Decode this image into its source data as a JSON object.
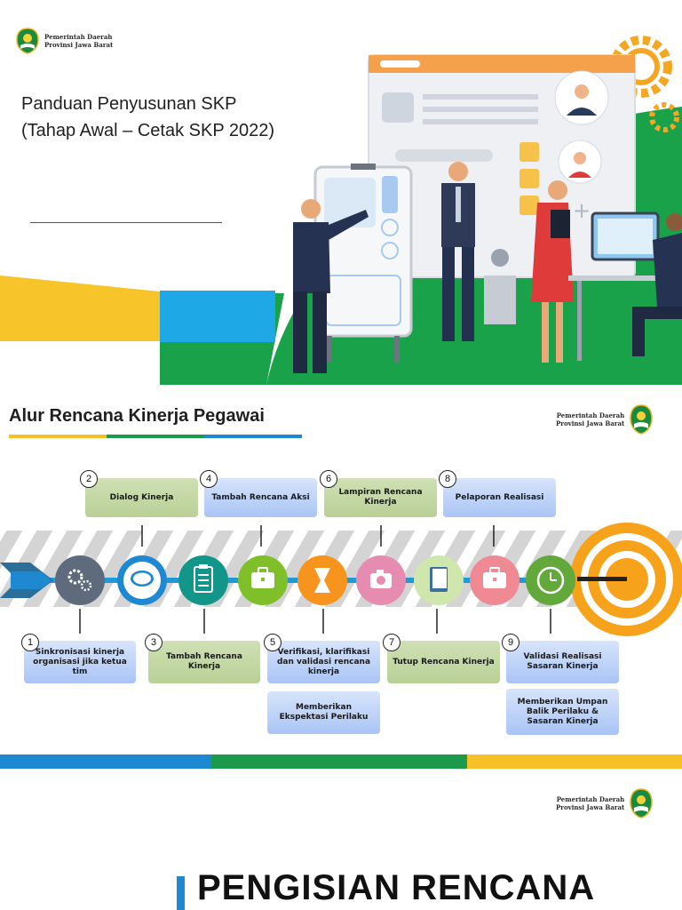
{
  "slide1": {
    "org": {
      "line1": "Pemerintah Daerah",
      "line2": "Provinsi Jawa Barat"
    },
    "title_line1": "Panduan Penyusunan SKP",
    "title_line2": "(Tahap Awal – Cetak SKP 2022)"
  },
  "slide2": {
    "title": "Alur Rencana Kinerja Pegawai",
    "org": {
      "line1": "Pemerintah Daerah",
      "line2": "Provinsi Jawa Barat"
    },
    "top_steps": [
      {
        "num": "2",
        "label": "Dialog Kinerja"
      },
      {
        "num": "4",
        "label": "Tambah Rencana Aksi"
      },
      {
        "num": "6",
        "label": "Lampiran Rencana Kinerja"
      },
      {
        "num": "8",
        "label": "Pelaporan Realisasi"
      }
    ],
    "bottom_steps": [
      {
        "num": "1",
        "label": "Sinkronisasi kinerja organisasi jika ketua tim"
      },
      {
        "num": "3",
        "label": "Tambah Rencana Kinerja"
      },
      {
        "num": "5",
        "label": "Verifikasi, klarifikasi dan validasi rencana kinerja"
      },
      {
        "num": "7",
        "label": "Tutup Rencana Kinerja"
      },
      {
        "num": "9",
        "label": "Validasi Realisasi Sasaran Kinerja"
      }
    ],
    "sub_step_5": "Memberikan Ekspektasi Perilaku",
    "sub_step_9": "Memberikan Umpan Balik Perilaku & Sasaran Kinerja",
    "icons": [
      "gears-icon",
      "chat-icon",
      "clipboard-icon",
      "briefcase-icon",
      "hourglass-icon",
      "camera-icon",
      "book-icon",
      "briefcase-icon",
      "clock-icon"
    ],
    "colors": {
      "green": "#b9d096",
      "blue": "#a9c4f5",
      "stripe_blue": "#1e88d0",
      "stripe_green": "#1a9a4a",
      "stripe_yellow": "#f6c026",
      "target_orange": "#f7a21b"
    }
  },
  "slide3": {
    "org": {
      "line1": "Pemerintah Daerah",
      "line2": "Provinsi Jawa Barat"
    },
    "heading": "PENGISIAN RENCANA"
  }
}
